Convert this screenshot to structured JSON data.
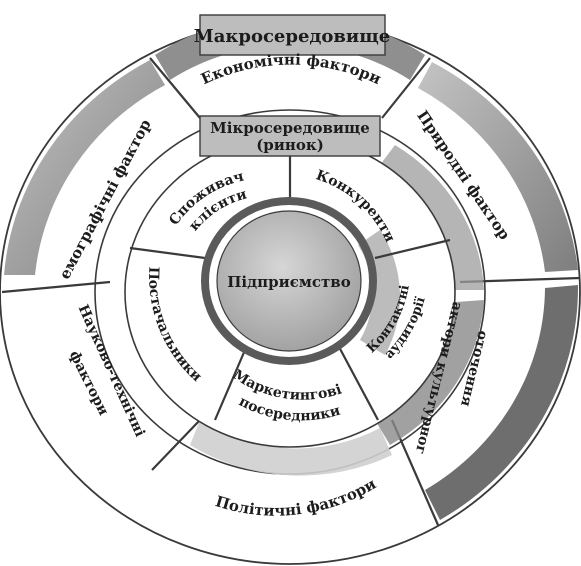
{
  "diagram": {
    "macro_header": "Макросередовище",
    "micro_header_line1": "Мікросередовище",
    "micro_header_line2": "(ринок)",
    "center": "Підприємство",
    "outer_sectors": {
      "economic": "Економічні фактори",
      "natural": "Природні фактори",
      "cultural_line1": "Фактори культурного",
      "cultural_line2": "оточення",
      "political": "Політичні фактори",
      "scitech_line1": "Науково-технічні",
      "scitech_line2": "фактори",
      "demographic": "Демографічні фактори"
    },
    "inner_sectors": {
      "consumers_line1": "Споживачі",
      "consumers_line2": "(клієнти)",
      "competitors": "Конкуренти",
      "audiences_line1": "Контактні",
      "audiences_line2": "аудиторії",
      "intermediaries_line1": "Маркетингові",
      "intermediaries_line2": "посередники",
      "suppliers": "Постачальники"
    }
  }
}
